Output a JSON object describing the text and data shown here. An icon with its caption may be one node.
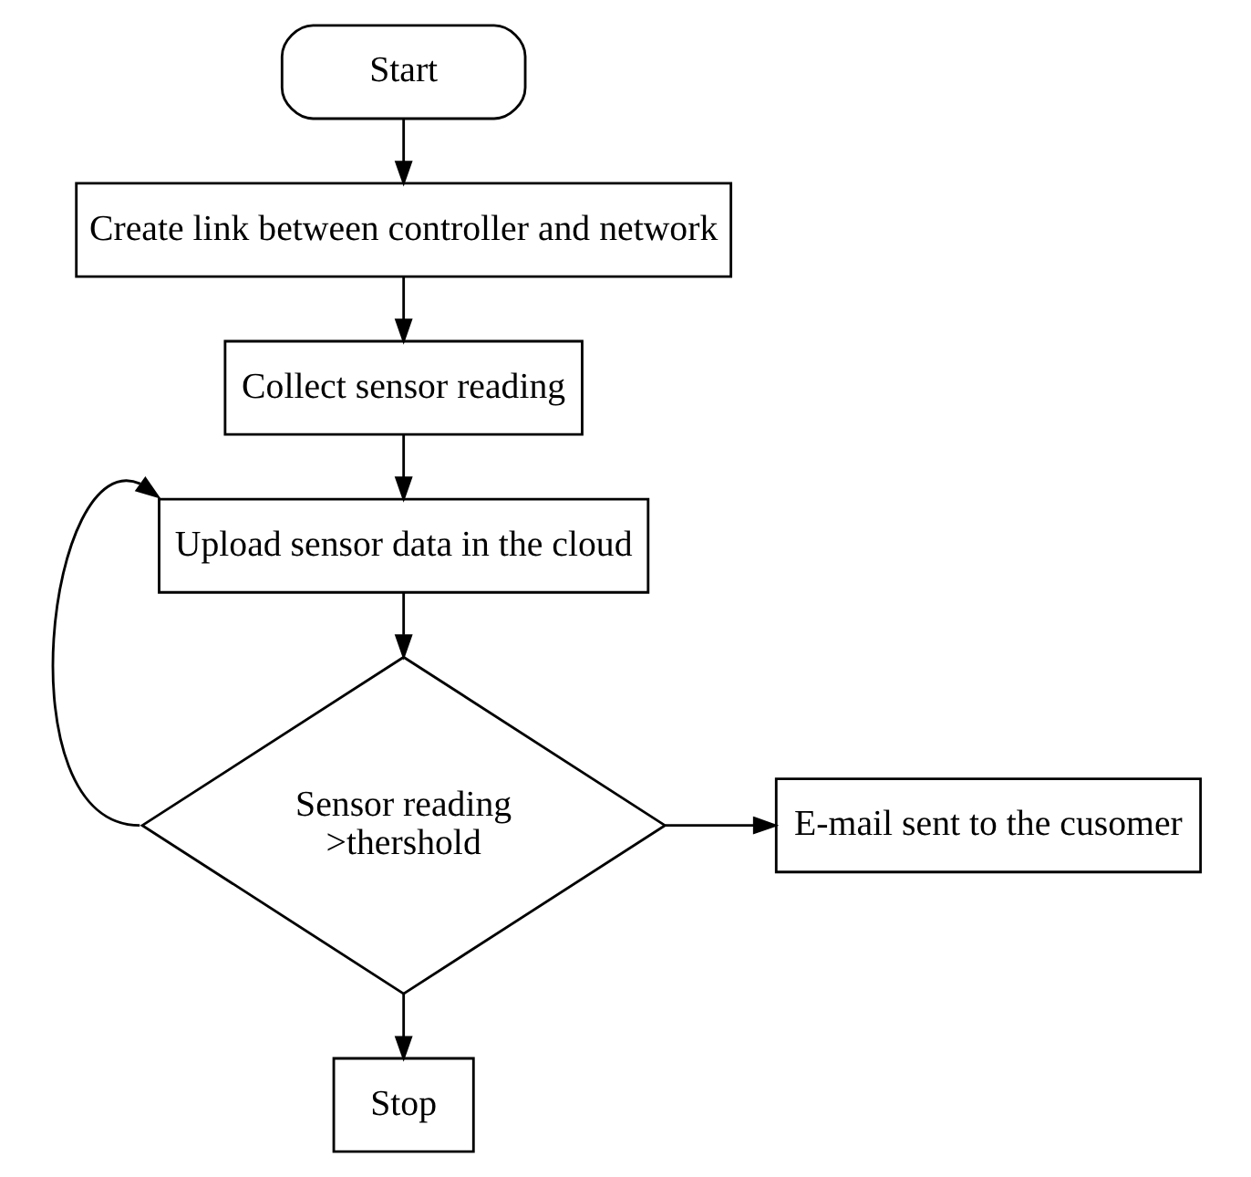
{
  "diagram": {
    "nodes": [
      {
        "text": [
          "Start"
        ]
      },
      {
        "text": [
          "Create link between controller and network"
        ]
      },
      {
        "text": [
          "Collect sensor reading"
        ]
      },
      {
        "text": [
          "Upload sensor data in the cloud"
        ]
      },
      {
        "text": [
          "Sensor reading >thershold"
        ]
      },
      {
        "text": [
          "E-mail sent to the cusomer"
        ]
      },
      {
        "text": [
          "Stop"
        ]
      }
    ],
    "edges": [
      {
        "from": 0,
        "to": 1,
        "arrow": "to"
      },
      {
        "from": 1,
        "to": 2,
        "arrow": "to"
      },
      {
        "from": 2,
        "to": 3,
        "arrow": "to"
      },
      {
        "from": 3,
        "to": 4,
        "arrow": "to"
      },
      {
        "from": 4,
        "to": 3,
        "arrow": "to"
      },
      {
        "from": 4,
        "to": 5,
        "arrow": "to"
      },
      {
        "from": 4,
        "to": 6,
        "arrow": "to"
      }
    ]
  }
}
